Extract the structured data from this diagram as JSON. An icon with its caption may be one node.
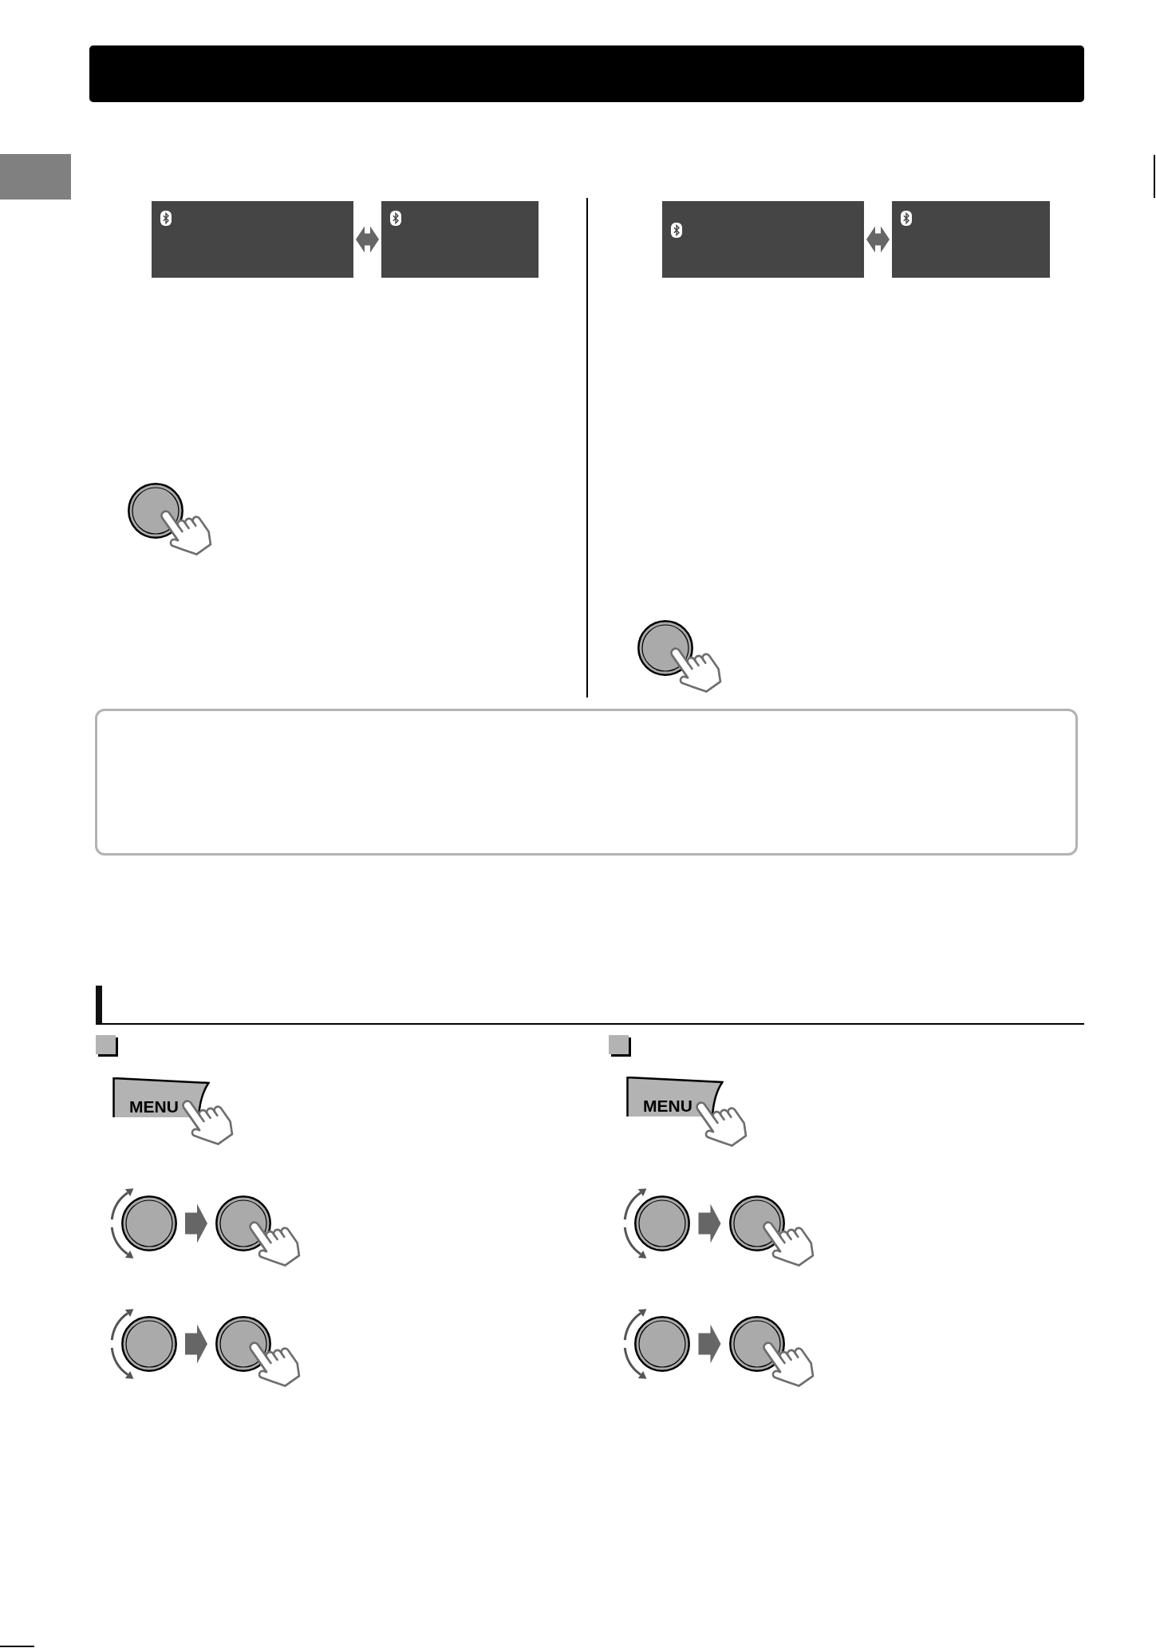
{
  "diagram": {
    "nodes": [
      {
        "text": [],
        "shape": "bar"
      },
      {
        "text": [],
        "shape": "box"
      },
      {
        "text": [],
        "shape": "box"
      },
      {
        "text": [],
        "shape": "circle"
      },
      {
        "text": [],
        "shape": "box"
      },
      {
        "text": [],
        "shape": "box"
      },
      {
        "text": [],
        "shape": "circle"
      },
      {
        "text": [],
        "shape": "box"
      },
      {
        "text": [
          "MENU"
        ]
      },
      {
        "text": [],
        "shape": "circle"
      },
      {
        "text": [],
        "shape": "circle"
      },
      {
        "text": [],
        "shape": "circle"
      },
      {
        "text": [],
        "shape": "circle"
      },
      {
        "text": [
          "MENU"
        ]
      },
      {
        "text": [],
        "shape": "circle"
      },
      {
        "text": [],
        "shape": "circle"
      },
      {
        "text": [],
        "shape": "circle"
      },
      {
        "text": [],
        "shape": "circle"
      }
    ],
    "edges": [
      {
        "from": 1,
        "to": 2,
        "arrow": "both"
      },
      {
        "from": 4,
        "to": 5,
        "arrow": "both"
      },
      {
        "from": 9,
        "to": 10,
        "arrow": "to"
      },
      {
        "from": 11,
        "to": 12,
        "arrow": "to"
      },
      {
        "from": 14,
        "to": 15,
        "arrow": "to"
      },
      {
        "from": 16,
        "to": 17,
        "arrow": "to"
      }
    ]
  }
}
